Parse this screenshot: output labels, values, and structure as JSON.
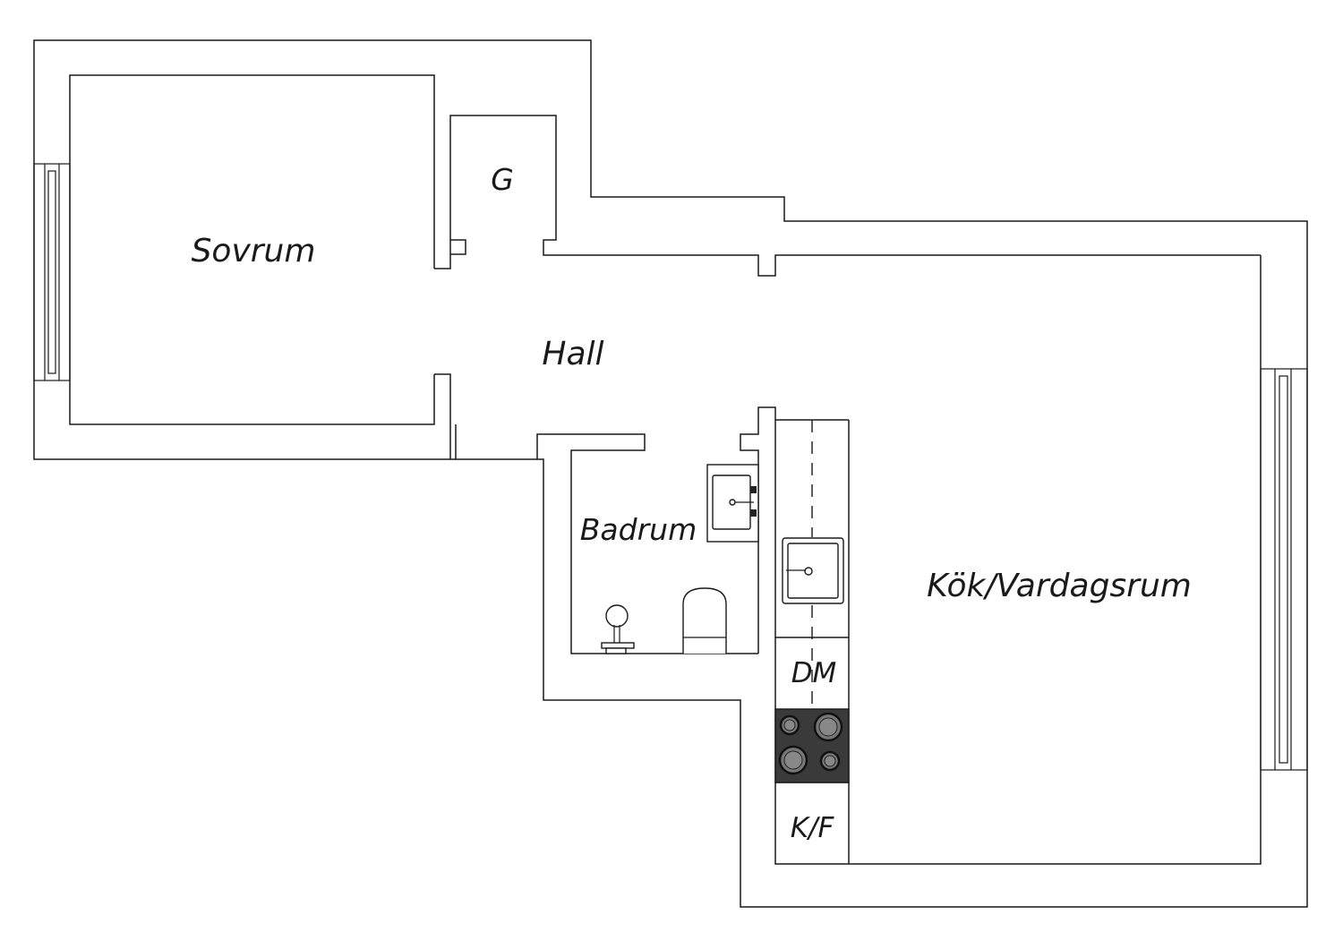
{
  "floorplan": {
    "rooms": {
      "sovrum": "Sovrum",
      "storage": "G",
      "hall": "Hall",
      "bathroom": "Badrum",
      "kitchen_living": "Kök/Vardagsrum",
      "dishwasher": "DM",
      "fridge_freezer": "K/F"
    },
    "colors": {
      "line": "#1a1a1a",
      "background": "#ffffff",
      "stove": "#3a3a3a"
    }
  }
}
